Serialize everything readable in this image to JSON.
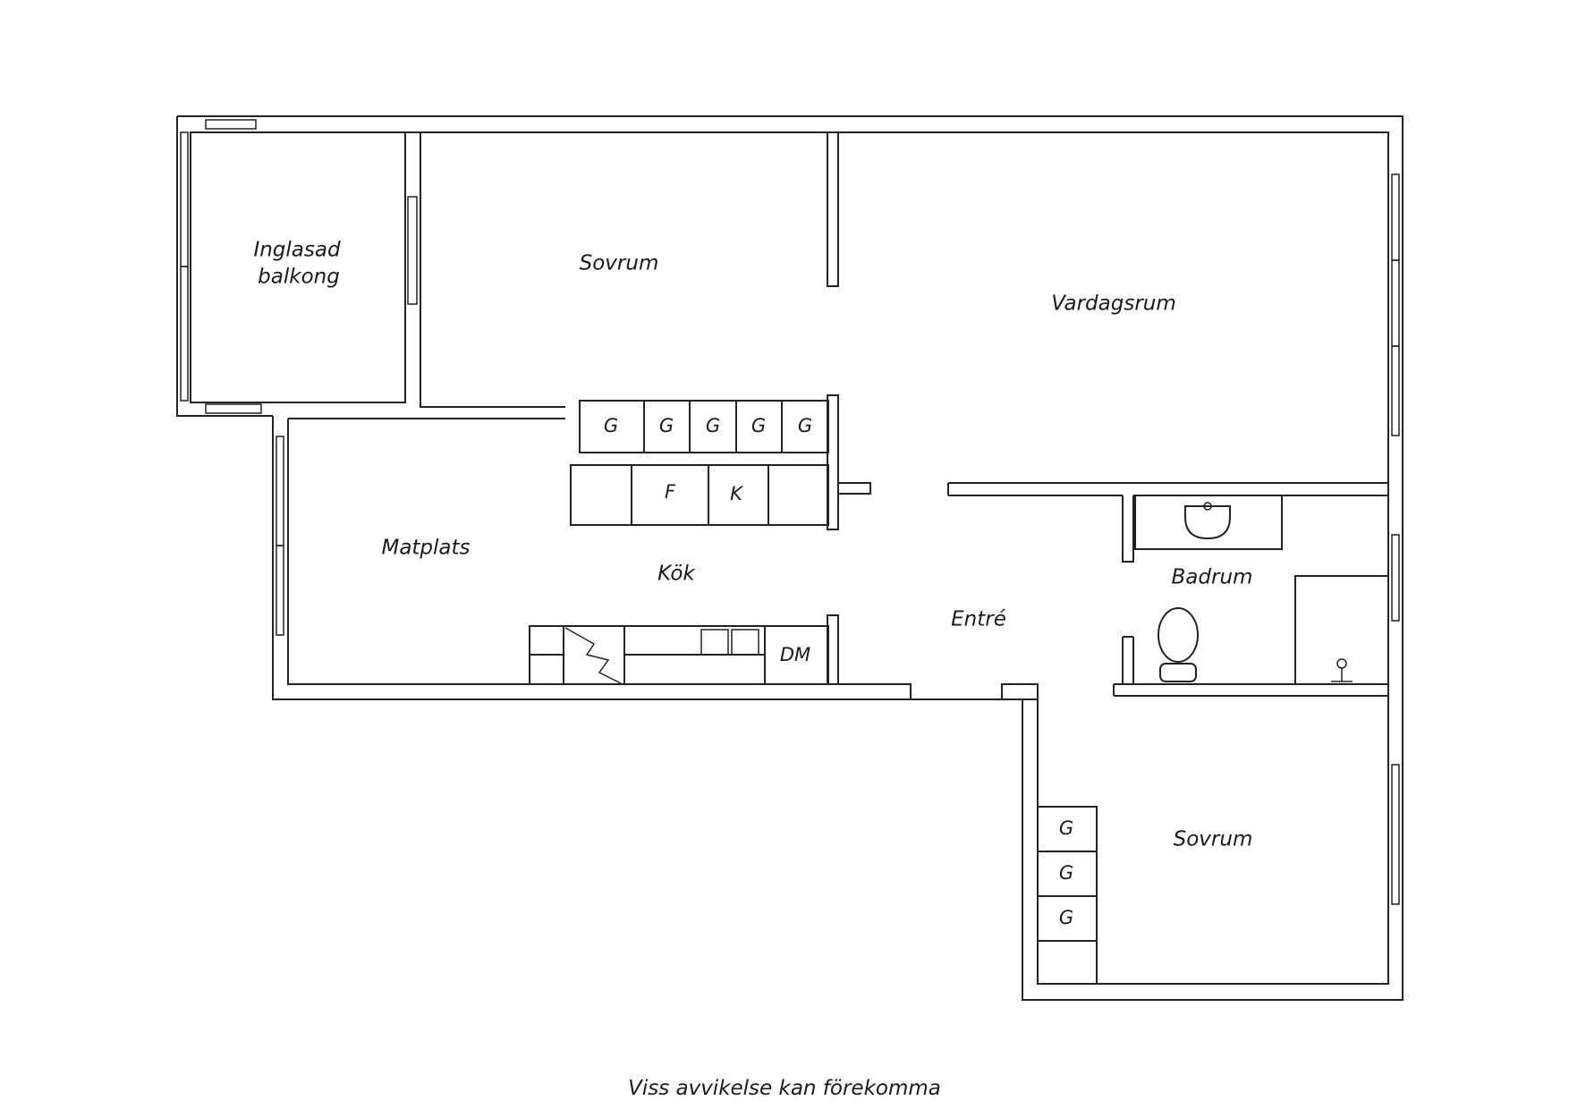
{
  "rooms": {
    "balcony_line1": "Inglasad",
    "balcony_line2": "balkong",
    "bedroom_top": "Sovrum",
    "living_room": "Vardagsrum",
    "dining": "Matplats",
    "kitchen": "Kök",
    "entrance": "Entré",
    "bathroom": "Badrum",
    "bedroom_bottom": "Sovrum"
  },
  "fixtures": {
    "wardrobe": "G",
    "fridge": "F",
    "freezer": "K",
    "dishwasher": "DM"
  },
  "caption": "Viss avvikelse kan förekomma"
}
